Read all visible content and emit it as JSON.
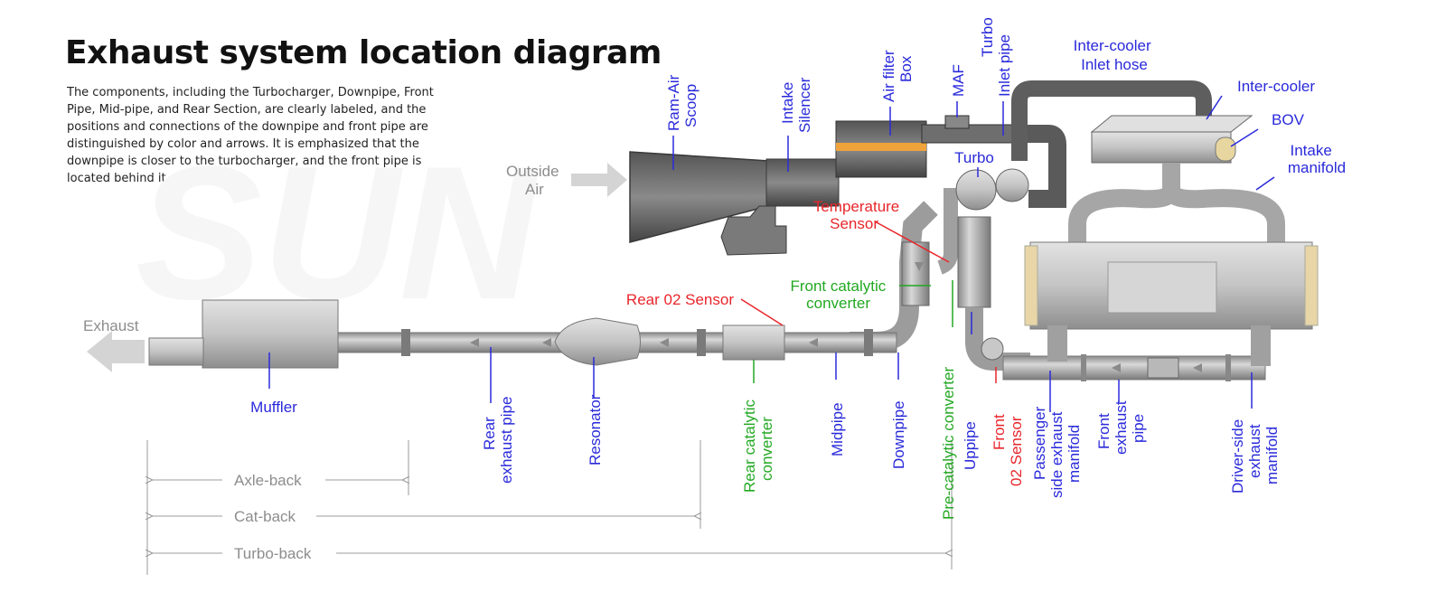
{
  "title": "Exhaust system location diagram",
  "description": "The components, including the Turbocharger, Downpipe, Front Pipe, Mid-pipe, and Rear Section, are clearly labeled, and the positions and connections of the downpipe and front pipe are distinguished by color and arrows. It is emphasized that the downpipe is closer to the turbocharger, and the front pipe is located behind it.",
  "colors": {
    "label_blue": "#2a2adb",
    "label_red": "#e8262b",
    "label_green": "#22a822",
    "label_gray": "#8d8d8d",
    "pipe": "#b5b5b5",
    "pipe_dark": "#6e6e6e"
  },
  "labels": {
    "outside_air": [
      "Outside",
      "Air"
    ],
    "ram_air_scoop": [
      "Ram-Air",
      "Scoop"
    ],
    "intake_silencer": [
      "Intake",
      "Silencer"
    ],
    "air_filter_box": [
      "Air filter",
      "Box"
    ],
    "maf": "MAF",
    "turbo_inlet_pipe": [
      "Turbo",
      "Inlet pipe"
    ],
    "intercooler_inlet_hose": [
      "Inter-cooler",
      "Inlet hose"
    ],
    "intercooler": "Inter-cooler",
    "bov": "BOV",
    "intake_manifold": [
      "Intake",
      "manifold"
    ],
    "turbo": "Turbo",
    "temperature_sensor": [
      "Temperature",
      "Sensor"
    ],
    "front_catalytic_converter": [
      "Front catalytic",
      "converter"
    ],
    "rear_o2_sensor": "Rear 02 Sensor",
    "exhaust": "Exhaust",
    "muffler": "Muffler",
    "rear_exhaust_pipe": [
      "Rear",
      "exhaust pipe"
    ],
    "resonator": "Resonator",
    "rear_catalytic_converter": [
      "Rear catalytic",
      "converter"
    ],
    "midpipe": "Midpipe",
    "downpipe": "Downpipe",
    "pre_catalytic_converter": "Pre-catalytic converter",
    "uppipe": "Uppipe",
    "front_o2_sensor": [
      "Front",
      "02 Sensor"
    ],
    "passenger_manifold": [
      "Passenger",
      "side exhaust",
      "manifold"
    ],
    "front_exhaust_pipe": [
      "Front",
      "exhaust",
      "pipe"
    ],
    "driver_manifold": [
      "Driver-side",
      "exhaust",
      "manifold"
    ]
  },
  "sections": {
    "axle_back": "Axle-back",
    "cat_back": "Cat-back",
    "turbo_back": "Turbo-back"
  }
}
